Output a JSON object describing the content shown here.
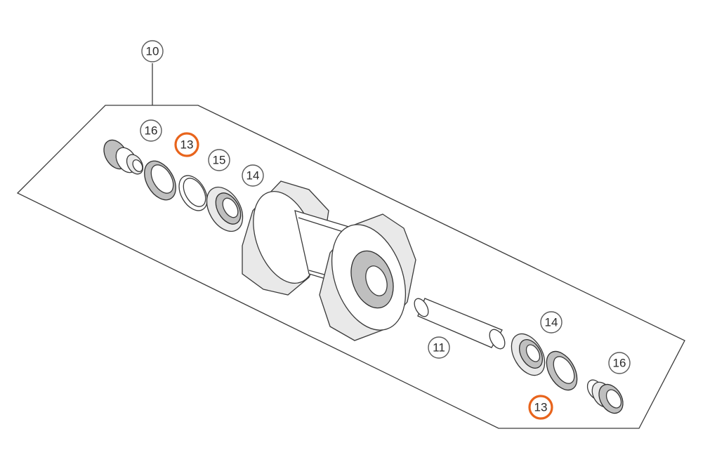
{
  "diagram": {
    "assembly_label": "10",
    "callouts": [
      {
        "id": "c-16-left",
        "label": "16",
        "highlight": false
      },
      {
        "id": "c-13-left",
        "label": "13",
        "highlight": true
      },
      {
        "id": "c-15",
        "label": "15",
        "highlight": false
      },
      {
        "id": "c-14-left",
        "label": "14",
        "highlight": false
      },
      {
        "id": "c-11",
        "label": "11",
        "highlight": false
      },
      {
        "id": "c-14-right",
        "label": "14",
        "highlight": false
      },
      {
        "id": "c-16-right",
        "label": "16",
        "highlight": false
      },
      {
        "id": "c-13-right",
        "label": "13",
        "highlight": true
      }
    ],
    "colors": {
      "highlight": "#e8641c",
      "outline": "#3a3a3a"
    }
  }
}
